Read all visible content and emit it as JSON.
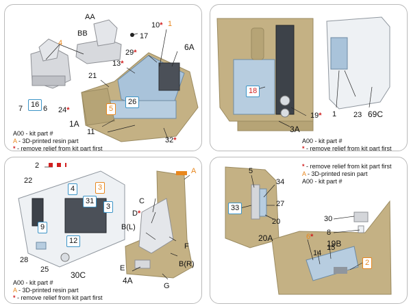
{
  "panels": {
    "tl": {
      "labels": {
        "aa": "AA",
        "bb": "BB",
        "p4": "4",
        "p17": "17",
        "p10": "10",
        "p1": "1",
        "p29": "29",
        "p6a": "6A",
        "p13": "13",
        "p21": "21",
        "p24": "24",
        "p6": "6",
        "p16": "16",
        "p7": "7",
        "p26": "26",
        "p5": "5",
        "p1a": "1A",
        "p11": "11",
        "p32": "32"
      },
      "legend": {
        "l1": "A00",
        "l1t": " - kit part #",
        "l2": "A",
        "l2t": " - 3D-printed resin part",
        "l3": "*",
        "l3t": " - remove relief from kit part first"
      }
    },
    "tr": {
      "labels": {
        "p18": "18",
        "p19": "19",
        "p3a": "3A",
        "p1": "1",
        "p23": "23",
        "p69c": "69C"
      },
      "legend": {
        "l1": "A00",
        "l1t": " - kit part #",
        "l3": "*",
        "l3t": " - remove relief from kit part first"
      }
    },
    "bl": {
      "labels": {
        "p2": "2",
        "p22": "22",
        "p4": "4",
        "p3o": "3",
        "p31": "31",
        "p3": "3",
        "p9": "9",
        "p12": "12",
        "p28": "28",
        "p25": "25",
        "p30c": "30C",
        "a": "A",
        "c": "C",
        "d": "D",
        "bl": "B(L)",
        "f": "F",
        "br": "B(R)",
        "e": "E",
        "g": "G",
        "p4a": "4A"
      },
      "legend": {
        "l1": "A00",
        "l1t": " - kit part #",
        "l2": "A",
        "l2t": " - 3D-printed resin part",
        "l3": "*",
        "l3t": " - remove relief from kit part first"
      }
    },
    "br": {
      "labels": {
        "p5": "5",
        "p34": "34",
        "p27": "27",
        "p33": "33",
        "p20": "20",
        "p20a": "20A",
        "p30": "30",
        "p8": "8",
        "p19b": "19B",
        "p6": "6",
        "p15": "15",
        "p14": "14",
        "p2": "2"
      },
      "legend": {
        "l3": "*",
        "l3t": " - remove relief from kit part first",
        "l2": "A",
        "l2t": " - 3D-printed resin part",
        "l1": "A00",
        "l1t": " - kit part #"
      }
    }
  },
  "colors": {
    "tan": "#c4b184",
    "tan_dark": "#a39265",
    "blue_box": "#3a93c6",
    "orange": "#e8871e",
    "red": "#d11f1f",
    "panel_blue": "#a9c3da",
    "resin_gray": "#d4d6da"
  }
}
